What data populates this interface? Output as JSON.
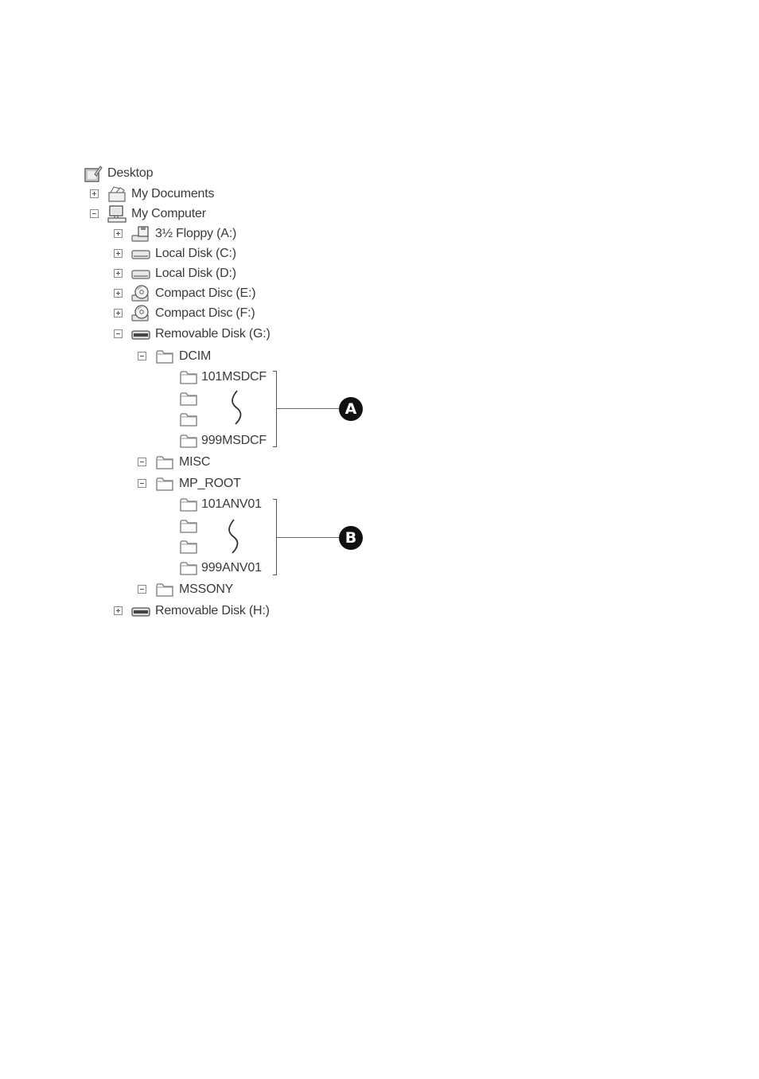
{
  "tree": {
    "desktop": "Desktop",
    "my_documents": "My Documents",
    "my_computer": "My Computer",
    "floppy": "3½ Floppy (A:)",
    "local_c": "Local Disk (C:)",
    "local_d": "Local Disk (D:)",
    "cd_e": "Compact Disc (E:)",
    "cd_f": "Compact Disc (F:)",
    "removable_g": "Removable Disk (G:)",
    "dcim": "DCIM",
    "dcim_first": "101MSDCF",
    "dcim_last": "999MSDCF",
    "misc": "MISC",
    "mp_root": "MP_ROOT",
    "mp_first": "101ANV01",
    "mp_last": "999ANV01",
    "mssony": "MSSONY",
    "removable_h": "Removable Disk (H:)"
  },
  "callouts": {
    "a": "A",
    "b": "B"
  },
  "colors": {
    "text": "#3a3a3a",
    "badge": "#111111",
    "line": "#666666"
  }
}
